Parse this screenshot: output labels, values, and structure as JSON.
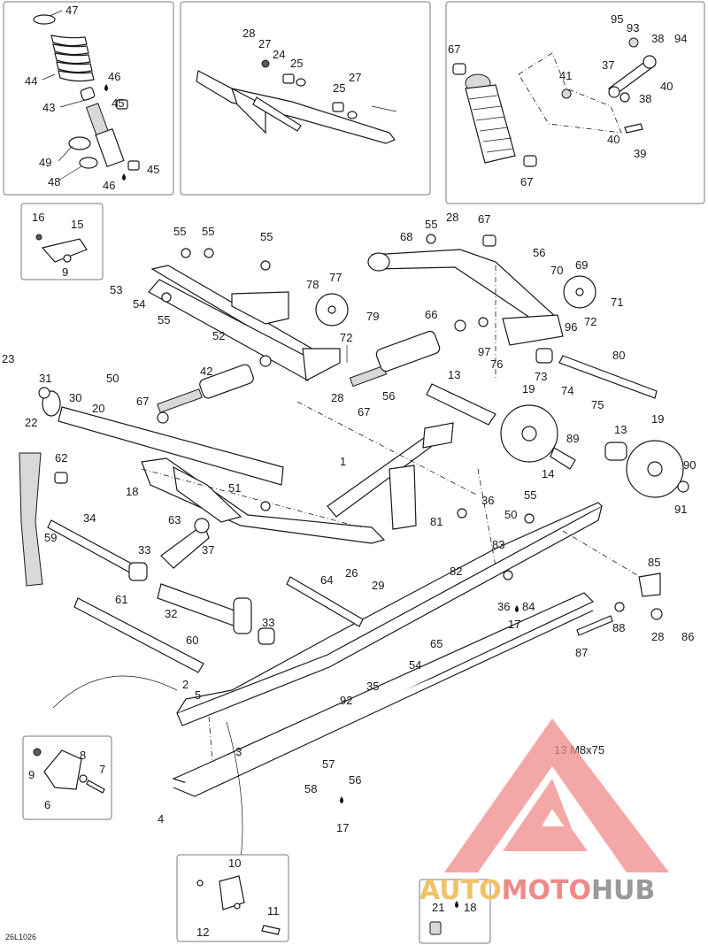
{
  "figure_ref": "26L1026",
  "dimension_label": "13 M8x75",
  "watermark": {
    "word_a": "AUTO",
    "word_b": "MOTO",
    "word_c": "HUB",
    "colors": {
      "auto": "#f2c26b",
      "moto": "#f08a8a",
      "hub": "#9a9a9a",
      "triangle": "#f08a8a"
    }
  },
  "callouts": {
    "c47": "47",
    "c44": "44",
    "c46a": "46",
    "c43": "43",
    "c45a": "45",
    "c49": "49",
    "c48": "48",
    "c46b": "46",
    "c45b": "45",
    "c28a": "28",
    "c27a": "27",
    "c24": "24",
    "c25a": "25",
    "c25b": "25",
    "c27b": "27",
    "c95": "95",
    "c93": "93",
    "c38a": "38",
    "c94": "94",
    "c67a": "67",
    "c41": "41",
    "c37a": "37",
    "c40a": "40",
    "c38b": "38",
    "c40b": "40",
    "c39": "39",
    "c67b": "67",
    "c16": "16",
    "c15": "15",
    "c9a": "9",
    "c55a": "55",
    "c55b": "55",
    "c55c": "55",
    "c53": "53",
    "c54a": "54",
    "c55d": "55",
    "c52": "52",
    "c77": "77",
    "c78": "78",
    "c79": "79",
    "c72a": "72",
    "c68": "68",
    "c55e": "55",
    "c28b": "28",
    "c67c": "67",
    "c56a": "56",
    "c70": "70",
    "c69": "69",
    "c71": "71",
    "c72b": "72",
    "c66": "66",
    "c96": "96",
    "c97": "97",
    "c76": "76",
    "c73": "73",
    "c74": "74",
    "c75": "75",
    "c80": "80",
    "c23": "23",
    "c31": "31",
    "c22": "22",
    "c50a": "50",
    "c42": "42",
    "c30": "30",
    "c20": "20",
    "c67d": "67",
    "c28c": "28",
    "c67e": "67",
    "c56b": "56",
    "c13a": "13",
    "c19a": "19",
    "c19b": "19",
    "c13b": "13",
    "c89": "89",
    "c14": "14",
    "c90": "90",
    "c91": "91",
    "c62": "62",
    "c18": "18",
    "c51": "51",
    "c1": "1",
    "c63": "63",
    "c59": "59",
    "c34": "34",
    "c37b": "37",
    "c33a": "33",
    "c36a": "36",
    "c50b": "50",
    "c55f": "55",
    "c81": "81",
    "c83": "83",
    "c82": "82",
    "c85": "85",
    "c64": "64",
    "c26": "26",
    "c29": "29",
    "c36b": "36",
    "c84": "84",
    "c17a": "17",
    "c61": "61",
    "c32": "32",
    "c33b": "33",
    "c88": "88",
    "c28d": "28",
    "c86": "86",
    "c60": "60",
    "c65": "65",
    "c54b": "54",
    "c87": "87",
    "c2": "2",
    "c5": "5",
    "c35": "35",
    "c92": "92",
    "c3": "3",
    "c8": "8",
    "c9b": "9",
    "c7": "7",
    "c6": "6",
    "c57": "57",
    "c58": "58",
    "c56c": "56",
    "c17b": "17",
    "c4": "4",
    "c10": "10",
    "c11": "11",
    "c12": "12",
    "c21": "21",
    "c18b": "18"
  }
}
